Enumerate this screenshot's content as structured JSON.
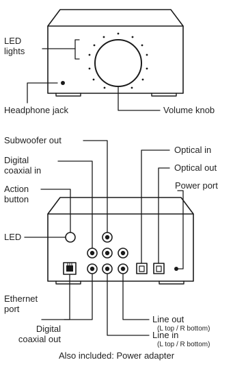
{
  "front_view": {
    "led_lights_line1": "LED",
    "led_lights_line2": "lights",
    "headphone_jack": "Headphone jack",
    "volume_knob": "Volume knob"
  },
  "back_view": {
    "subwoofer_out": "Subwoofer out",
    "digital_coaxial_in_line1": "Digital",
    "digital_coaxial_in_line2": "coaxial in",
    "action_button_line1": "Action",
    "action_button_line2": "button",
    "led": "LED",
    "optical_in": "Optical in",
    "optical_out": "Optical out",
    "power_port": "Power port",
    "ethernet_port_line1": "Ethernet",
    "ethernet_port_line2": "port",
    "digital_coaxial_out_line1": "Digital",
    "digital_coaxial_out_line2": "coaxial out",
    "line_out": "Line out",
    "line_out_note": "(L top / R bottom)",
    "line_in": "Line in",
    "line_in_note": "(L top / R bottom)"
  },
  "footer_note": "Also included: Power adapter"
}
